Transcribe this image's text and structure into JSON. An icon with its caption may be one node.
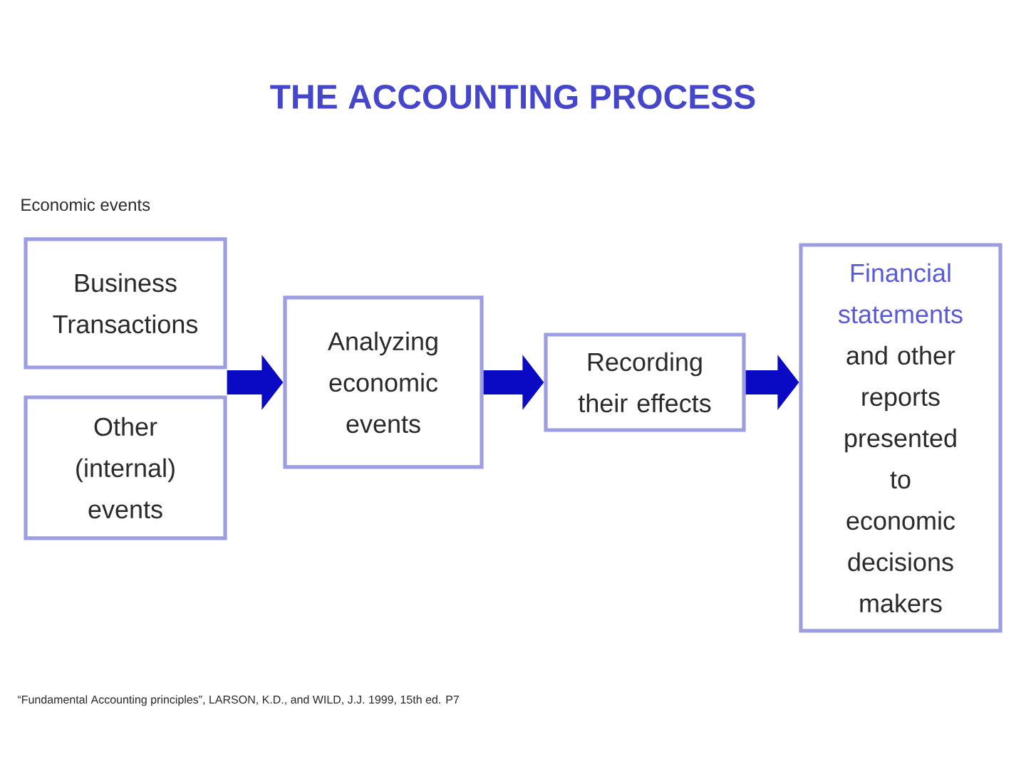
{
  "diagram": {
    "title": "THE ACCOUNTING PROCESS",
    "nodes": [
      {
        "text": [
          "Business Transactions"
        ]
      },
      {
        "text": [
          "Other (internal) events"
        ]
      },
      {
        "text": [
          "Analyzing economic events"
        ]
      },
      {
        "text": [
          "Recording their effects"
        ]
      },
      {
        "text": [
          "Financial statements",
          "and other reports presented to economic decisions makers"
        ]
      }
    ],
    "edges": [
      {
        "from": 0,
        "to": 2,
        "arrow": "to"
      },
      {
        "from": 1,
        "to": 2,
        "arrow": "to"
      },
      {
        "from": 2,
        "to": 3,
        "arrow": "to"
      },
      {
        "from": 3,
        "to": 4,
        "arrow": "to"
      }
    ],
    "labels": [
      "Economic events",
      "“Fundamental Accounting principles”, LARSON, K.D., and WILD, J.J. 1999, 15th ed. P7"
    ]
  }
}
